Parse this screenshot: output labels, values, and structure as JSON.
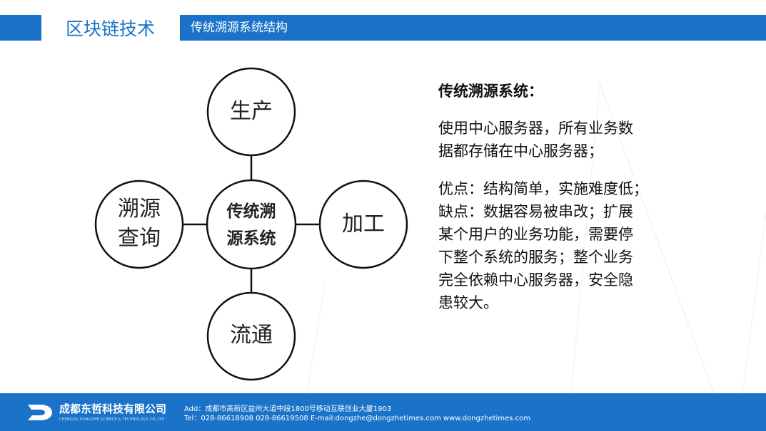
{
  "header": {
    "title": "区块链技术",
    "subtitle": "传统溯源系统结构"
  },
  "diagram": {
    "center": {
      "line1": "传统溯",
      "line2": "源系统"
    },
    "top": {
      "line1": "生产"
    },
    "right": {
      "line1": "加工"
    },
    "bottom": {
      "line1": "流通"
    },
    "left": {
      "line1": "溯源",
      "line2": "查询"
    }
  },
  "description": {
    "heading": "传统溯源系统：",
    "para1": [
      "使用中心服务器，所有业务数",
      "据都存储在中心服务器；"
    ],
    "para2": [
      "优点：结构简单，实施难度低；",
      "缺点：数据容易被串改；扩展",
      "某个用户的业务功能，需要停",
      "下整个系统的服务；整个业务",
      "完全依赖中心服务器，安全隐",
      "患较大。"
    ]
  },
  "footer": {
    "company_name": "成都东哲科技有限公司",
    "company_en": "CHENGDU DONGZHE SCIENCE & TECHNOLOGY CO.,LTD",
    "address": "Add：成都市高新区益州大道中段1800号移动互联创业大厦1903",
    "contact": "Tel：028-86618908    028-86619508      E-mail:dongzhe@dongzhetimes.com       www.dongzhetimes.com"
  },
  "colors": {
    "brand_blue": "#1a73c9",
    "text": "#111111",
    "white": "#ffffff"
  }
}
